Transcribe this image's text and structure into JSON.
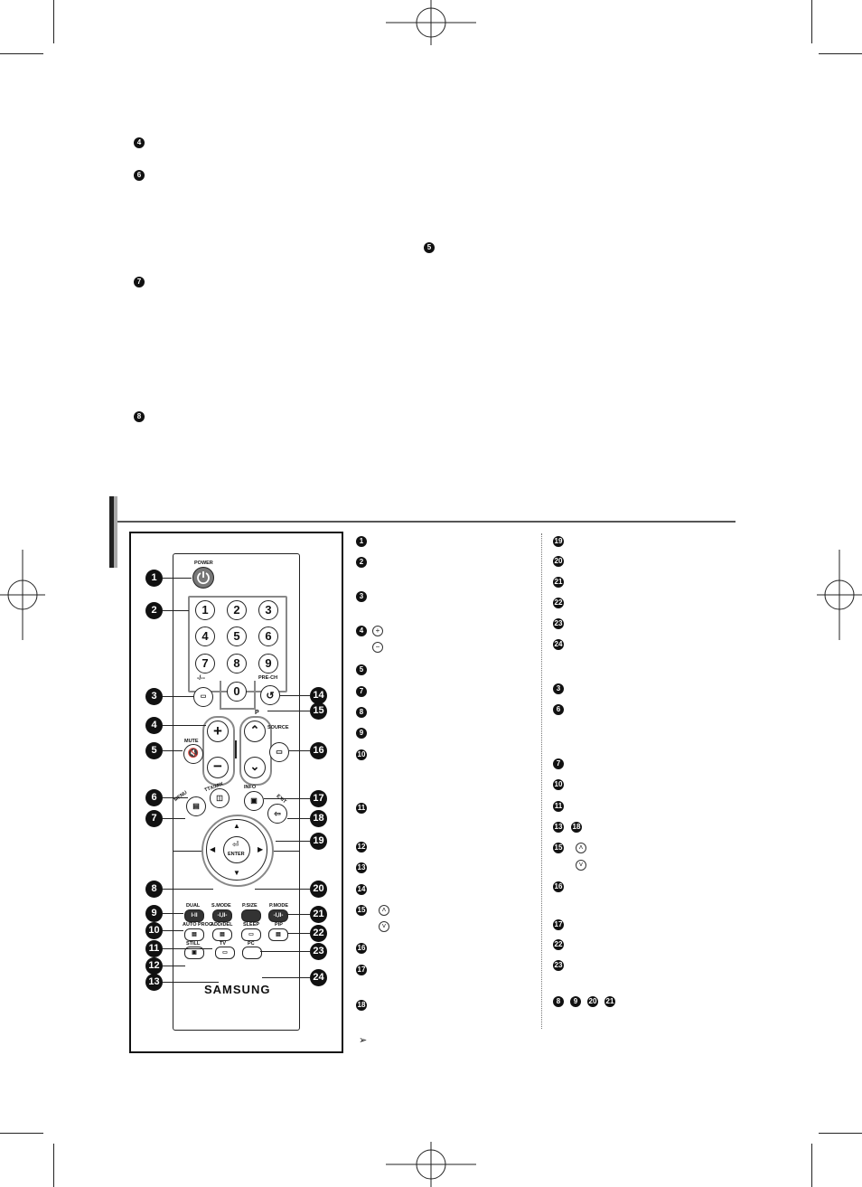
{
  "top_markers": [
    "4",
    "6",
    "5",
    "7",
    "8"
  ],
  "remote": {
    "power_label": "POWER",
    "digits": [
      "1",
      "2",
      "3",
      "4",
      "5",
      "6",
      "7",
      "8",
      "9",
      "0"
    ],
    "dash_label": "-/--",
    "prech_label": "PRE-CH",
    "mute_label": "MUTE",
    "p_label": "P",
    "source_label": "SOURCE",
    "menu_label": "MENU",
    "ttx_label": "TTX/MIX",
    "info_label": "INFO",
    "exit_label": "EXIT",
    "enter_label": "ENTER",
    "dual_label": "DUAL",
    "dual_btn": "I-II",
    "smode_label": "S.MODE",
    "psize_label": "P.SIZE",
    "pmode_label": "P.MODE",
    "autoprog_label": "AUTO PROG.",
    "adddel_label": "ADD/DEL",
    "sleep_label": "SLEEP",
    "pip_label": "PIP",
    "still_label": "STILL",
    "tv_label": "TV",
    "pc_label": "PC",
    "brand": "SAMSUNG"
  },
  "callouts_left": [
    "1",
    "2",
    "3",
    "4",
    "5",
    "6",
    "7",
    "8",
    "9",
    "10",
    "11",
    "12",
    "13"
  ],
  "callouts_right": [
    "14",
    "15",
    "16",
    "17",
    "18",
    "19",
    "20",
    "21",
    "22",
    "23",
    "24"
  ],
  "legend_col1": [
    "1",
    "2",
    "3",
    "4",
    "5",
    "7",
    "8",
    "9",
    "10",
    "11",
    "12",
    "13",
    "14",
    "15",
    "16",
    "17",
    "18"
  ],
  "legend_col2": [
    "19",
    "20",
    "21",
    "22",
    "23",
    "24",
    "3",
    "6",
    "7",
    "10",
    "11",
    "13",
    "18",
    "15",
    "16",
    "17",
    "22",
    "23",
    "8",
    "9",
    "20",
    "21"
  ]
}
